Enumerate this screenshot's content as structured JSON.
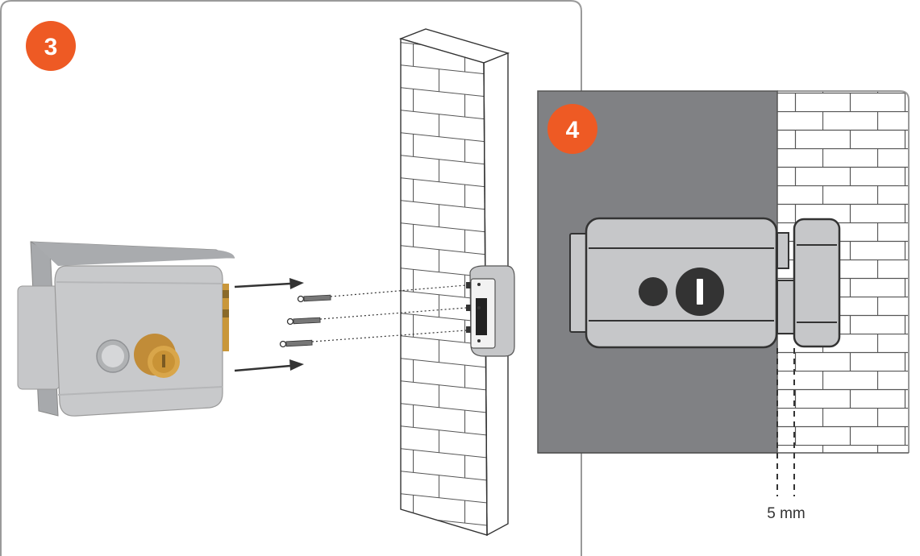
{
  "steps": [
    {
      "number": "3",
      "badge_color": "#ee5a24"
    },
    {
      "number": "4",
      "badge_color": "#ee5a24"
    }
  ],
  "measurement": {
    "label": "5 mm"
  },
  "colors": {
    "panel_border": "#9a9a9a",
    "door": "#808184",
    "lock_body": "#c6c7c9",
    "lock_outline": "#3a3a3a",
    "brass": "#c9973a",
    "arrow": "#333333"
  }
}
